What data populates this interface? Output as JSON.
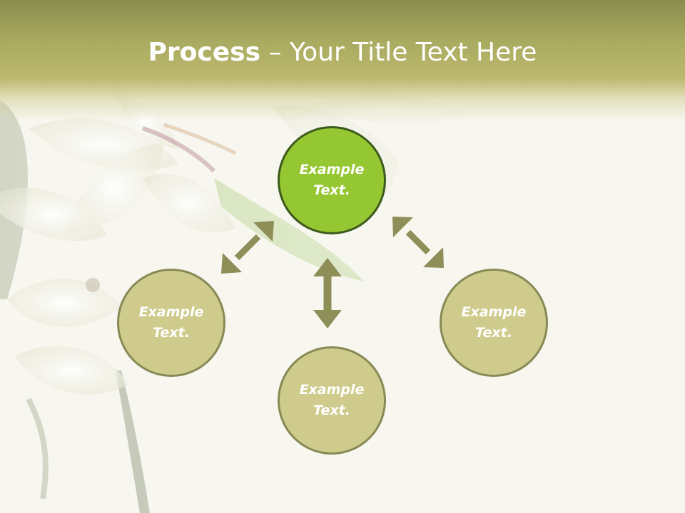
{
  "title": {
    "bold": "Process",
    "rest": " – Your Title Text Here"
  },
  "diagram": {
    "center": "Example Text.",
    "left": "Example Text.",
    "bottom": "Example Text.",
    "right": "Example Text."
  },
  "colors": {
    "title_band": "#b1b065",
    "center_fill": "#95c733",
    "center_border": "#3c5a1c",
    "node_fill": "#cfcb8d",
    "node_border": "#878a55",
    "arrow": "#8d8e58"
  }
}
